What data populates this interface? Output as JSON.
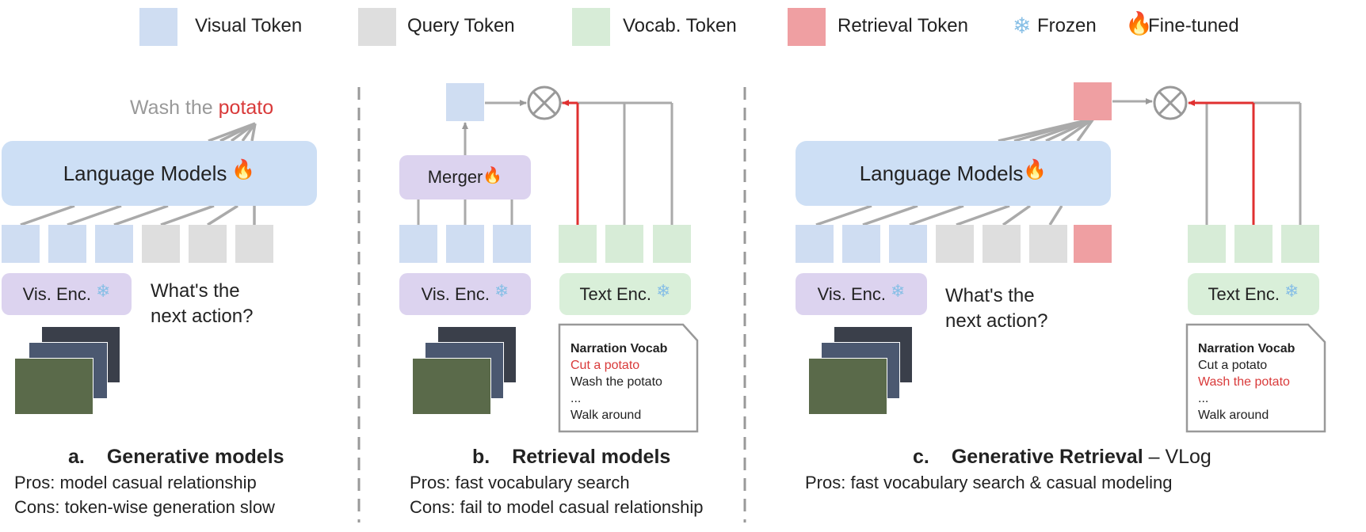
{
  "legend": {
    "visual_token": "Visual Token",
    "query_token": "Query Token",
    "vocab_token": "Vocab. Token",
    "retrieval_token": "Retrieval Token",
    "frozen": "Frozen",
    "fine_tuned": "Fine-tuned"
  },
  "colors": {
    "visual": "#cfddf2",
    "query": "#dedede",
    "vocab": "#d7ecd7",
    "retrieval": "#ef9fa2",
    "encoder": "#dcd3ef",
    "highlight": "#d93a3a"
  },
  "panel_a": {
    "generated_prefix": "Wash the",
    "generated_word": "potato",
    "lm_label": "Language Models",
    "vis_enc_label": "Vis. Enc.",
    "question": "What's the\nnext action?",
    "caption_letter": "a.",
    "caption_title": "Generative models",
    "pros": "Pros: model casual relationship",
    "cons": "Cons: token-wise generation slow"
  },
  "panel_b": {
    "merger_label": "Merger",
    "vis_enc_label": "Vis. Enc.",
    "text_enc_label": "Text Enc.",
    "vocab_title": "Narration Vocab",
    "vocab_items": [
      "Cut a potato",
      "Wash the potato",
      "...",
      "Walk around"
    ],
    "caption_letter": "b.",
    "caption_title": "Retrieval models",
    "pros": "Pros: fast vocabulary search",
    "cons": "Cons: fail to model casual relationship"
  },
  "panel_c": {
    "lm_label": "Language Models",
    "vis_enc_label": "Vis. Enc.",
    "text_enc_label": "Text Enc.",
    "question": "What's the\nnext action?",
    "vocab_title": "Narration Vocab",
    "vocab_items": [
      "Cut a potato",
      "Wash the potato",
      "...",
      "Walk around"
    ],
    "caption_letter": "c.",
    "caption_title": "Generative Retrieval",
    "caption_suffix": " – VLog",
    "pros": "Pros: fast vocabulary search & casual modeling"
  },
  "icons": {
    "frozen": "snowflake-icon",
    "fine_tuned": "fire-icon"
  }
}
